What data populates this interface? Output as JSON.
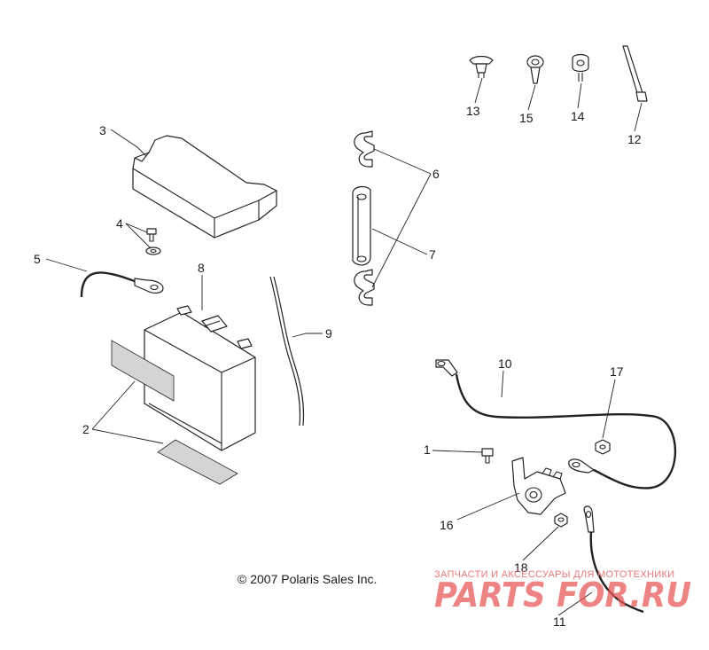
{
  "callouts": [
    {
      "id": "c1",
      "text": "1"
    },
    {
      "id": "c2",
      "text": "2"
    },
    {
      "id": "c3",
      "text": "3"
    },
    {
      "id": "c4",
      "text": "4"
    },
    {
      "id": "c5",
      "text": "5"
    },
    {
      "id": "c6",
      "text": "6"
    },
    {
      "id": "c7",
      "text": "7"
    },
    {
      "id": "c8",
      "text": "8"
    },
    {
      "id": "c9",
      "text": "9"
    },
    {
      "id": "c10",
      "text": "10"
    },
    {
      "id": "c11",
      "text": "11"
    },
    {
      "id": "c12",
      "text": "12"
    },
    {
      "id": "c13",
      "text": "13"
    },
    {
      "id": "c14",
      "text": "14"
    },
    {
      "id": "c15",
      "text": "15"
    },
    {
      "id": "c16",
      "text": "16"
    },
    {
      "id": "c17",
      "text": "17"
    },
    {
      "id": "c18",
      "text": "18"
    }
  ],
  "copyright": "© 2007 Polaris Sales Inc.",
  "watermark": {
    "tagline": "ЗАПЧАСТИ И АКСЕССУАРЫ ДЛЯ МОТОТЕХНИКИ",
    "logo": "PARTS FOR.RU"
  }
}
